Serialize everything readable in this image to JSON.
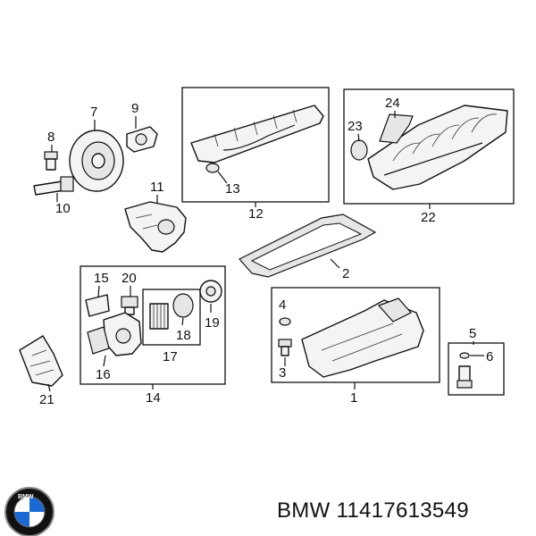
{
  "callouts": {
    "c1": "1",
    "c2": "2",
    "c3": "3",
    "c4": "4",
    "c5": "5",
    "c6": "6",
    "c7": "7",
    "c8": "8",
    "c9": "9",
    "c10": "10",
    "c11": "11",
    "c12": "12",
    "c13": "13",
    "c14": "14",
    "c15": "15",
    "c16": "16",
    "c17": "17",
    "c18": "18",
    "c19": "19",
    "c20": "20",
    "c21": "21",
    "c22": "22",
    "c23": "23",
    "c24": "24"
  },
  "footer": {
    "brand_logo": "bmw-logo-icon",
    "logo_text": "BMW",
    "part_label": "BMW 11417613549"
  },
  "colors": {
    "line": "#111111",
    "logo_blue": "#1c69d4",
    "background": "#ffffff"
  }
}
